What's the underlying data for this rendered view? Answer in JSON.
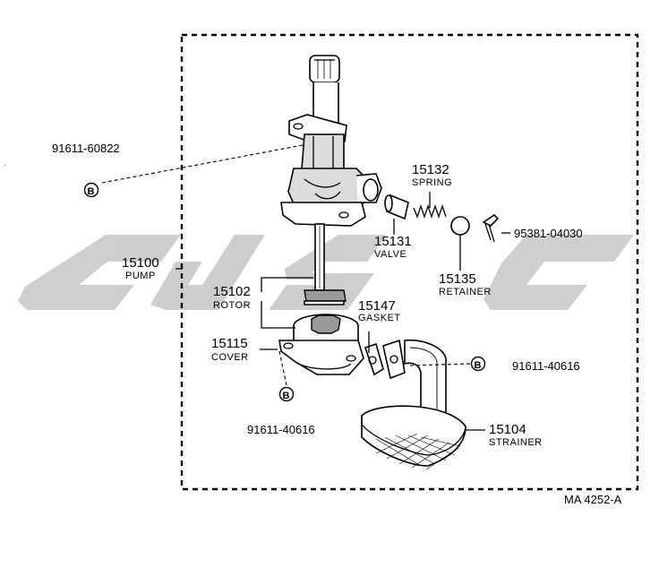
{
  "diagram": {
    "figure_code": "MA 4252-A",
    "watermark": "cns",
    "colors": {
      "watermark": "#cccccc",
      "line": "#000000",
      "shade": "#9a9a9a"
    },
    "parts": [
      {
        "id": "p15100",
        "number": "15100",
        "name": "PUMP"
      },
      {
        "id": "p15102",
        "number": "15102",
        "name": "ROTOR"
      },
      {
        "id": "p15115",
        "number": "15115",
        "name": "COVER"
      },
      {
        "id": "p15131",
        "number": "15131",
        "name": "VALVE"
      },
      {
        "id": "p15132",
        "number": "15132",
        "name": "SPRING"
      },
      {
        "id": "p15135",
        "number": "15135",
        "name": "RETAINER"
      },
      {
        "id": "p15147",
        "number": "15147",
        "name": "GASKET"
      },
      {
        "id": "p15104",
        "number": "15104",
        "name": "STRAINER"
      }
    ],
    "fasteners": [
      {
        "id": "f1",
        "number": "91611-60822",
        "symbol": "B"
      },
      {
        "id": "f2",
        "number": "95381-04030"
      },
      {
        "id": "f3",
        "number": "91611-40616",
        "symbol": "B"
      },
      {
        "id": "f4",
        "number": "91611-40616",
        "symbol": "B"
      }
    ]
  }
}
